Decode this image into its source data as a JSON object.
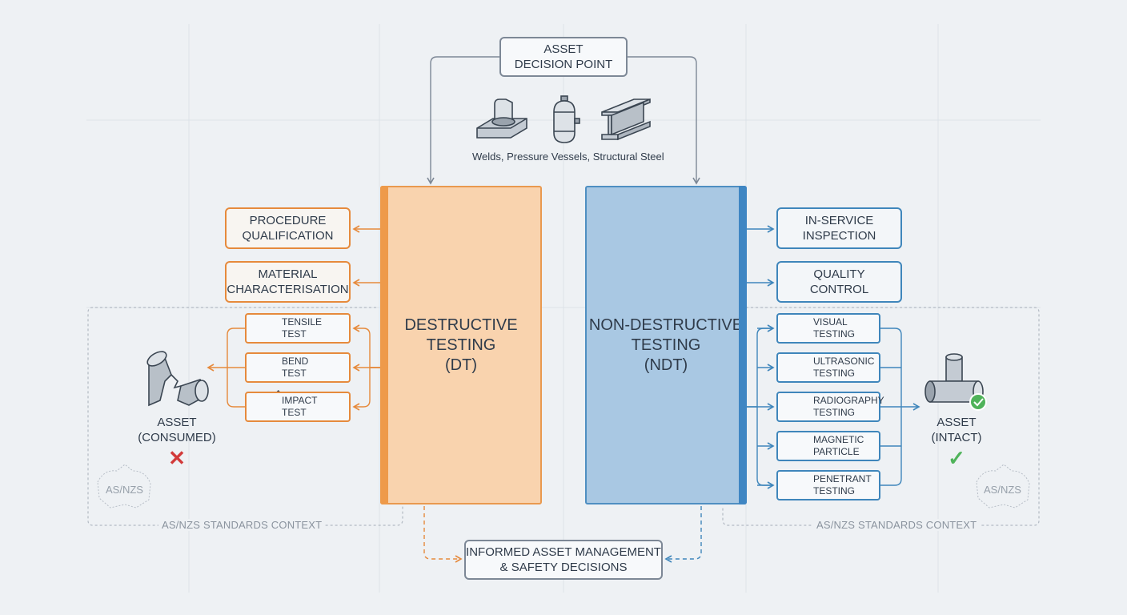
{
  "decision_point": {
    "line1": "ASSET",
    "line2": "DECISION POINT"
  },
  "asset_types_caption": "Welds, Pressure Vessels, Structural Steel",
  "asset_type_icons": [
    "weld-icon",
    "pressure-vessel-icon",
    "structural-steel-icon"
  ],
  "dt": {
    "line1": "DESTRUCTIVE",
    "line2": "TESTING",
    "line3": "(DT)",
    "outcomes": [
      {
        "line1": "PROCEDURE",
        "line2": "QUALIFICATION"
      },
      {
        "line1": "MATERIAL",
        "line2": "CHARACTERISATION"
      }
    ],
    "tests": [
      {
        "line1": "TENSILE",
        "line2": "TEST",
        "icon": "tensile-icon"
      },
      {
        "line1": "BEND",
        "line2": "TEST",
        "icon": "bend-icon"
      },
      {
        "line1": "IMPACT",
        "line2": "TEST",
        "icon": "impact-icon"
      }
    ]
  },
  "ndt": {
    "line1": "NON-DESTRUCTIVE",
    "line2": "TESTING",
    "line3": "(NDT)",
    "outcomes": [
      {
        "line1": "IN-SERVICE",
        "line2": "INSPECTION"
      },
      {
        "line1": "QUALITY",
        "line2": "CONTROL"
      }
    ],
    "tests": [
      {
        "line1": "VISUAL",
        "line2": "TESTING",
        "icon": "eye-icon"
      },
      {
        "line1": "ULTRASONIC",
        "line2": "TESTING",
        "icon": "speaker-icon"
      },
      {
        "line1": "RADIOGRAPHY",
        "line2": "TESTING",
        "icon": "radiography-icon"
      },
      {
        "line1": "MAGNETIC",
        "line2": "PARTICLE",
        "icon": "magnet-icon"
      },
      {
        "line1": "PENETRANT",
        "line2": "TESTING",
        "icon": "funnel-icon"
      }
    ]
  },
  "asset_consumed": {
    "line1": "ASSET",
    "line2": "(CONSUMED)",
    "mark": "✕"
  },
  "asset_intact": {
    "line1": "ASSET",
    "line2": "(INTACT)",
    "mark": "✓"
  },
  "standards": {
    "left": "AS/NZS STANDARDS CONTEXT",
    "right": "AS/NZS STANDARDS CONTEXT",
    "badge": "AS/NZS"
  },
  "result": {
    "line1": "INFORMED ASSET MANAGEMENT",
    "line2": "& SAFETY DECISIONS"
  },
  "colors": {
    "dt": "#e68a3c",
    "ndt": "#3f86bb",
    "fail": "#d23a3a",
    "pass": "#4fb35a"
  }
}
